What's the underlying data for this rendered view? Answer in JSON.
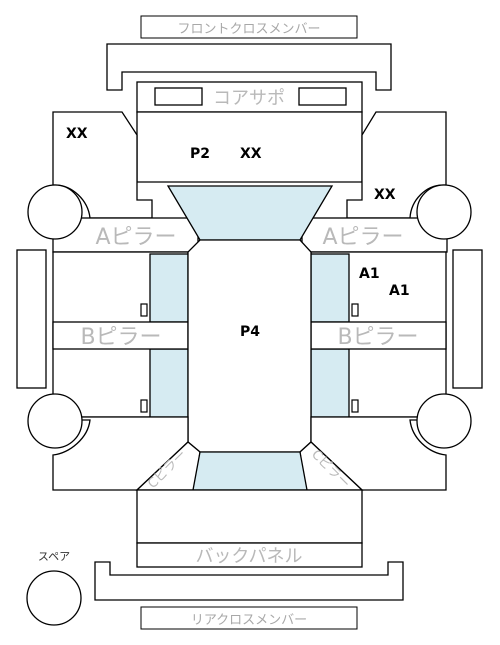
{
  "labels": {
    "front_cross_member": "フロントクロスメンバー",
    "core_support": "コアサポ",
    "a_pillar_left": "Aピラー",
    "a_pillar_right": "Aピラー",
    "b_pillar_left": "Bピラー",
    "b_pillar_right": "Bピラー",
    "c_pillar_left": "Cピラー",
    "c_pillar_right": "Cピラー",
    "back_panel": "バックパネル",
    "rear_cross_member": "リアクロスメンバー",
    "spare": "スペア"
  },
  "marks": {
    "front_left": "XX",
    "front_center_code": "P2",
    "front_center": "XX",
    "front_right": "XX",
    "right_front_1": "A1",
    "right_front_2": "A1",
    "roof": "P4"
  },
  "colors": {
    "glass": "#d6ebf2",
    "label_gray": "#b9b9b9",
    "line": "#000000"
  }
}
